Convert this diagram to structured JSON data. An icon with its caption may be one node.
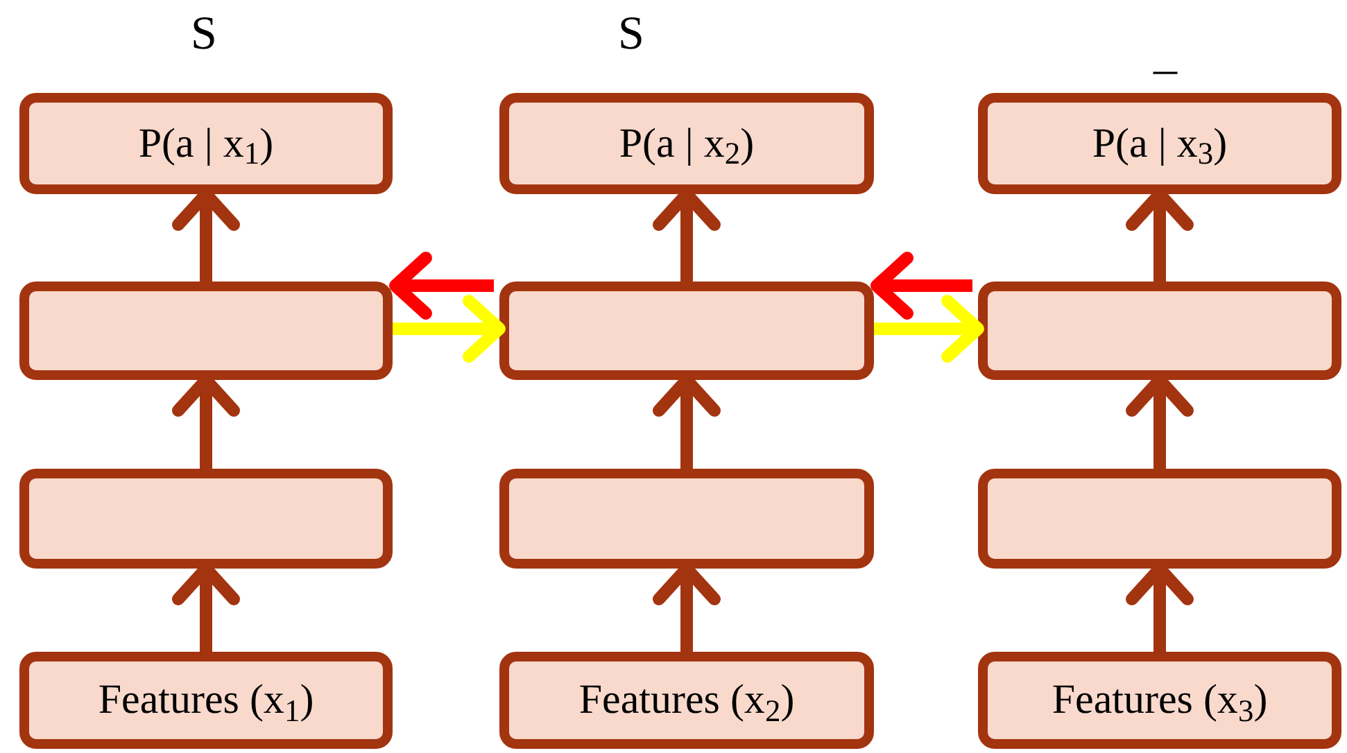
{
  "diagram": {
    "nodes": [
      {
        "text": [
          "P(a | x$_{1}$)"
        ]
      },
      {
        "text": [
          "P(a | x$_{2}$)"
        ]
      },
      {
        "text": [
          "P(a | x$_{3}$)"
        ]
      },
      {
        "text": [],
        "shape": "box"
      },
      {
        "text": [],
        "shape": "box"
      },
      {
        "text": [],
        "shape": "box"
      },
      {
        "text": [],
        "shape": "box"
      },
      {
        "text": [],
        "shape": "box"
      },
      {
        "text": [],
        "shape": "box"
      },
      {
        "text": [
          "Features (x$_{1}$)"
        ]
      },
      {
        "text": [
          "Features (x$_{2}$)"
        ]
      },
      {
        "text": [
          "Features (x$_{3}$)"
        ]
      }
    ],
    "edges": [
      {
        "from": 9,
        "to": 6,
        "arrow": "to"
      },
      {
        "from": 6,
        "to": 3,
        "arrow": "to"
      },
      {
        "from": 3,
        "to": 0,
        "arrow": "to"
      },
      {
        "from": 10,
        "to": 7,
        "arrow": "to"
      },
      {
        "from": 7,
        "to": 4,
        "arrow": "to"
      },
      {
        "from": 4,
        "to": 1,
        "arrow": "to"
      },
      {
        "from": 11,
        "to": 8,
        "arrow": "to"
      },
      {
        "from": 8,
        "to": 5,
        "arrow": "to"
      },
      {
        "from": 5,
        "to": 2,
        "arrow": "to"
      },
      {
        "from": 3,
        "to": 4,
        "arrow": "to",
        "color": "#ffff00"
      },
      {
        "from": 4,
        "to": 3,
        "arrow": "to",
        "color": "#ff0000"
      },
      {
        "from": 4,
        "to": 5,
        "arrow": "to",
        "color": "#ffff00"
      },
      {
        "from": 5,
        "to": 4,
        "arrow": "to",
        "color": "#ff0000"
      }
    ],
    "labels": [
      "S",
      "S",
      "_"
    ]
  }
}
